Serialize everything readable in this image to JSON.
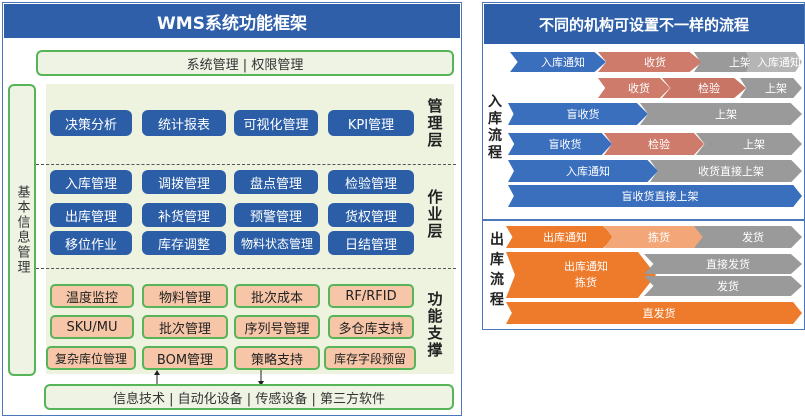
{
  "left": {
    "title": "WMS系统功能框架",
    "top_bar": "系统管理 | 权限管理",
    "side_bar": "基本信息管理",
    "bottom_bar": "信息技术 | 自动化设备 | 传感设备 | 第三方软件",
    "management_layer": {
      "label": "管理层",
      "items": [
        "决策分析",
        "统计报表",
        "可视化管理",
        "KPI管理"
      ]
    },
    "operation_layer": {
      "label": "作业层",
      "rows": [
        [
          "入库管理",
          "调拨管理",
          "盘点管理",
          "检验管理"
        ],
        [
          "出库管理",
          "补货管理",
          "预警管理",
          "货权管理"
        ],
        [
          "移位作业",
          "库存调整",
          "物料状态管理",
          "日结管理"
        ]
      ]
    },
    "support_layer": {
      "label": "功能支撑",
      "rows": [
        [
          "温度监控",
          "物料管理",
          "批次成本",
          "RF/RFID"
        ],
        [
          "SKU/MU",
          "批次管理",
          "序列号管理",
          "多仓库支持"
        ],
        [
          "复杂库位管理",
          "BOM管理",
          "策略支持",
          "库存字段预留"
        ]
      ]
    }
  },
  "right": {
    "title": "不同的机构可设置不一样的流程",
    "inbound_label": "入库流程",
    "outbound_label": "出库流程",
    "inbound_rows": [
      [
        "入库通知",
        "收货",
        "上架",
        "入库通知"
      ],
      [
        "收货",
        "检验",
        "上架"
      ],
      [
        "盲收货",
        "上架"
      ],
      [
        "盲收货",
        "检验",
        "上架"
      ],
      [
        "入库通知",
        "收货直接上架"
      ],
      [
        "盲收货直接上架"
      ]
    ],
    "outbound_rows": [
      [
        "出库通知",
        "拣货",
        "发货"
      ],
      [
        "出库通知",
        "拣货",
        "直接发货",
        "发货"
      ],
      [
        "直发货"
      ]
    ]
  },
  "colors": {
    "header_blue": "#2e5fa8",
    "button_blue": "#2b5ea7",
    "frame_green": "#58b458",
    "peach": "#f7c5a8",
    "orange": "#ee7a2b",
    "salmon": "#cf7b6b",
    "gray": "#9a9a9a"
  }
}
